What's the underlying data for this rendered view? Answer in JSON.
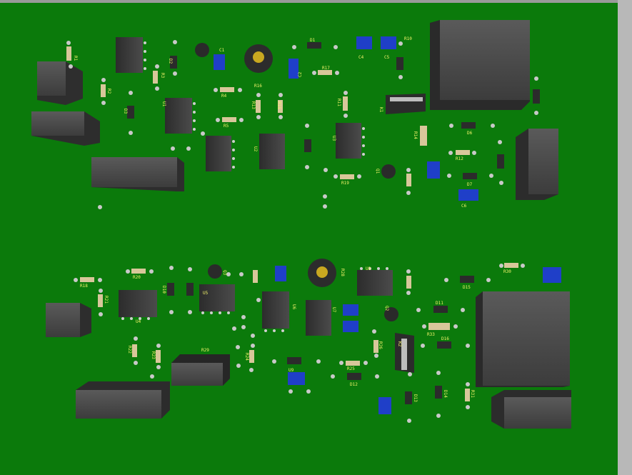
{
  "view": {
    "title": "",
    "colors": {
      "board": "#0b7a0b",
      "background": "#c8c8c8",
      "ic_body": "#3a3a3a",
      "relay_body": "#4a4a4a",
      "cap_blue": "#1f3fc8",
      "silk": "#f2f26a",
      "pad": "#c9c9c9"
    }
  },
  "labels": {
    "r1": "R1",
    "r2": "R2",
    "r3": "R3",
    "r4": "R4",
    "r5": "R5",
    "r10": "R10",
    "r11": "R11",
    "r12": "R12",
    "r13": "R13",
    "r14": "R14",
    "r15": "R15",
    "r16": "R16",
    "r17": "R17",
    "r18": "R18",
    "r19": "R19",
    "r20": "R20",
    "r21": "R21",
    "r22": "R22",
    "r23": "R23",
    "r24": "R24",
    "r25": "R25",
    "r26": "R26",
    "r28": "R28",
    "r29": "R29",
    "r30": "R30",
    "r31": "R31",
    "r33": "R33",
    "c1": "C1",
    "c2": "C2",
    "c4": "C4",
    "c5": "C5",
    "c6": "C6",
    "d1": "D1",
    "d2": "D2",
    "d3": "D3",
    "d6": "D6",
    "d7": "D7",
    "d10": "D10",
    "d11": "D11",
    "d12": "D12",
    "d13": "D13",
    "d14": "D14",
    "d15": "D15",
    "d16": "D16",
    "u1": "U1",
    "u2": "U2",
    "u3": "U3",
    "u4": "U4",
    "u5": "U5",
    "u6": "U6",
    "u7": "U7",
    "u8": "U8",
    "u9": "U9",
    "q1": "Q1",
    "q2": "Q2",
    "q3": "Q3",
    "k1": "K1",
    "k2": "K2"
  }
}
